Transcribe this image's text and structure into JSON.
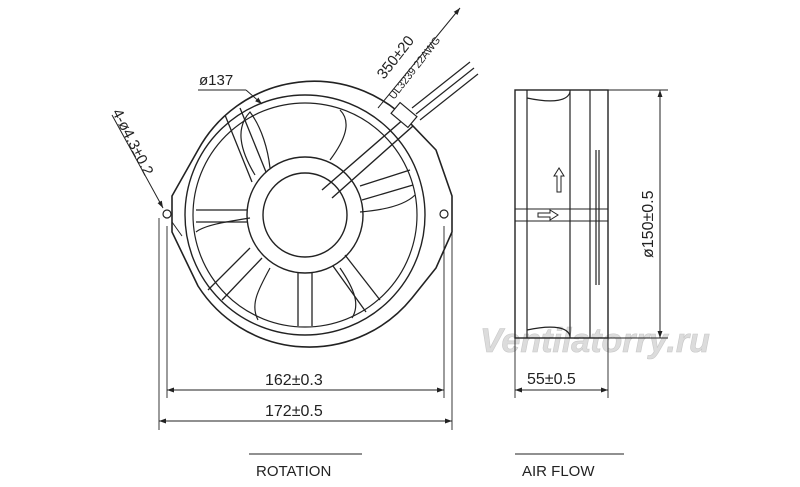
{
  "front_view": {
    "overall_width": "172±0.5",
    "frame_width": "162±0.3",
    "diameter": "ø137",
    "mounting_holes": "4-ø4.3±0.2",
    "cable_length": "350±20",
    "cable_spec": "UL3239  22AWG"
  },
  "side_view": {
    "height": "ø150±0.5",
    "depth": "55±0.5"
  },
  "watermark": "Ventilatorry.ru",
  "labels": {
    "rotation": "ROTATION",
    "air_flow": "AIR FLOW"
  },
  "colors": {
    "line": "#222222",
    "watermark": "#d4d4d4"
  }
}
